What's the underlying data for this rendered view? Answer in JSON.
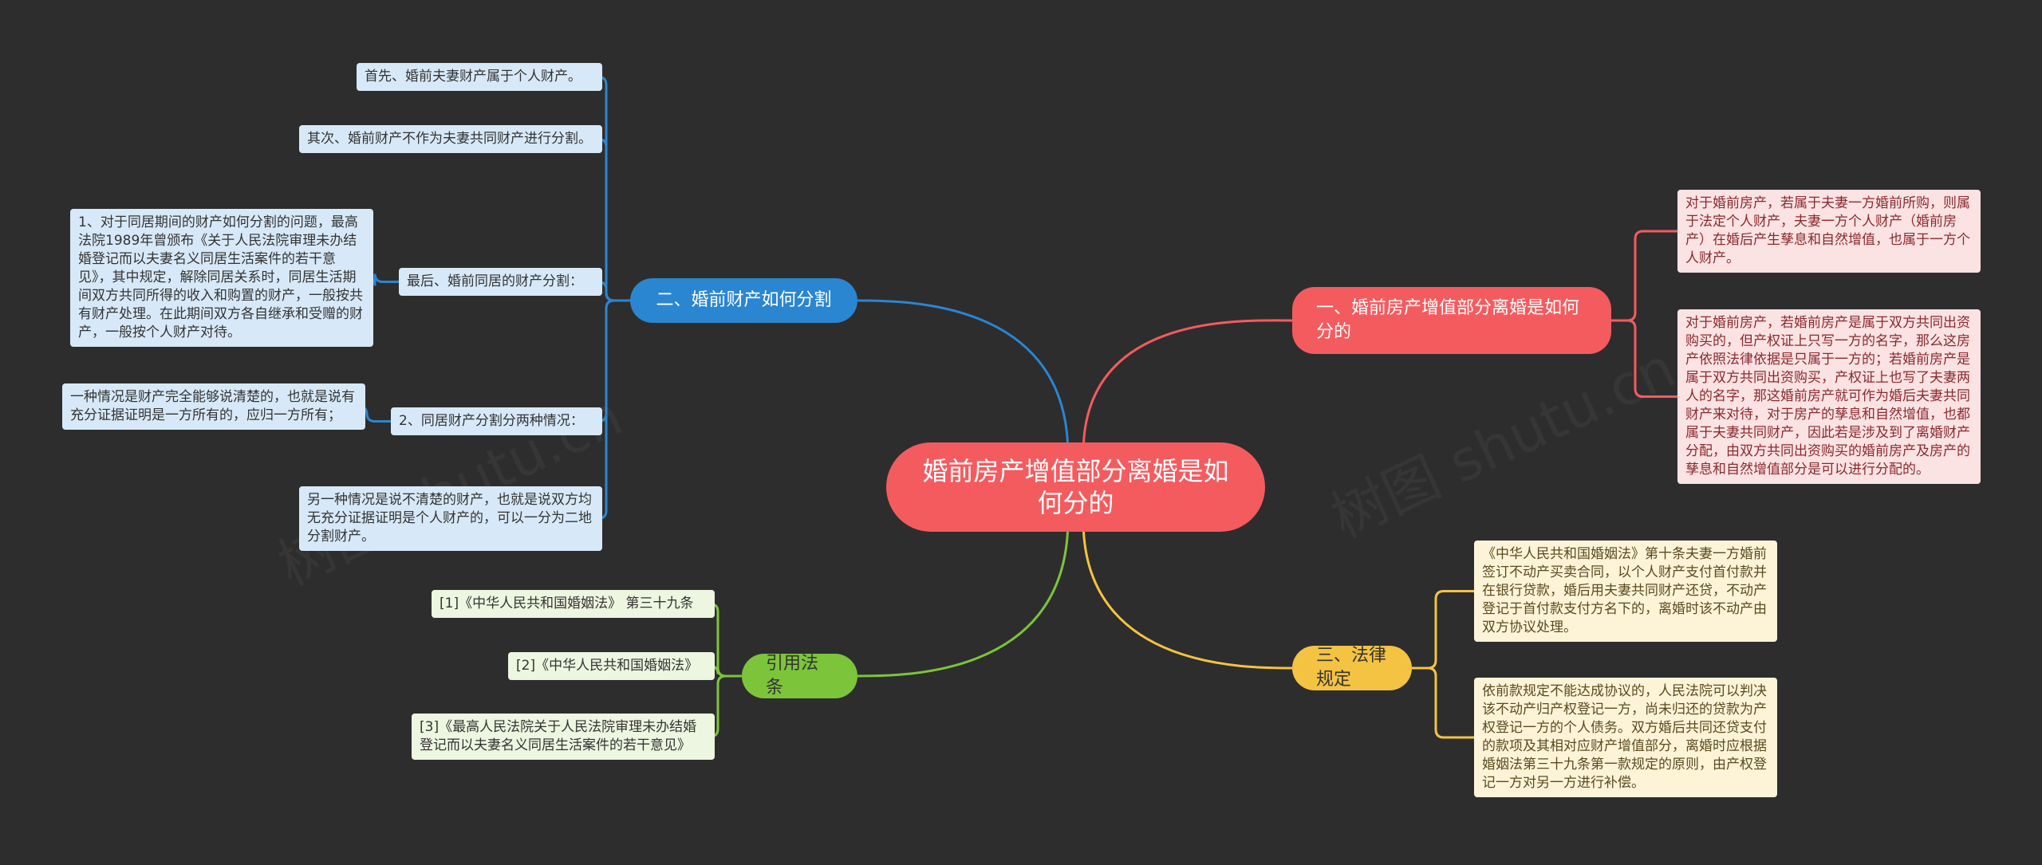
{
  "root": {
    "title": "婚前房产增值部分离婚是如何分的"
  },
  "branches": {
    "one": {
      "label": "一、婚前房产增值部分离婚是如何分的",
      "color": "#f45b5f",
      "items": [
        "对于婚前房产，若属于夫妻一方婚前所购，则属于法定个人财产，夫妻一方个人财产（婚前房产）在婚后产生孳息和自然增值，也属于一方个人财产。",
        "对于婚前房产，若婚前房产是属于双方共同出资购买的，但产权证上只写一方的名字，那么这房产依照法律依据是只属于一方的；若婚前房产是属于双方共同出资购买，产权证上也写了夫妻两人的名字，那这婚前房产就可作为婚后夫妻共同财产来对待，对于房产的孳息和自然增值，也都属于夫妻共同财产，因此若是涉及到了离婚财产分配，由双方共同出资购买的婚前房产及房产的孳息和自然增值部分是可以进行分配的。"
      ]
    },
    "two": {
      "label": "二、婚前财产如何分割",
      "color": "#2a86d1",
      "items": [
        "首先、婚前夫妻财产属于个人财产。",
        "其次、婚前财产不作为夫妻共同财产进行分割。",
        "最后、婚前同居的财产分割：",
        "2、同居财产分割分两种情况："
      ],
      "sub_cohabit": "1、对于同居期间的财产如何分割的问题，最高法院1989年曾颁布《关于人民法院审理未办结婚登记而以夫妻名义同居生活案件的若干意见》，其中规定，解除同居关系时，同居生活期间双方共同所得的收入和购置的财产，一般按共有财产处理。在此期间双方各自继承和受赠的财产，一般按个人财产对待。",
      "sub_cases": [
        "一种情况是财产完全能够说清楚的，也就是说有充分证据证明是一方所有的，应归一方所有；",
        "另一种情况是说不清楚的财产，也就是说双方均无充分证据证明是个人财产的，可以一分为二地分割财产。"
      ]
    },
    "three": {
      "label": "三、法律规定",
      "color": "#f5c342",
      "items": [
        "《中华人民共和国婚姻法》第十条夫妻一方婚前签订不动产买卖合同，以个人财产支付首付款并在银行贷款，婚后用夫妻共同财产还贷，不动产登记于首付款支付方名下的，离婚时该不动产由双方协议处理。",
        "依前款规定不能达成协议的，人民法院可以判决该不动产归产权登记一方，尚未归还的贷款为产权登记一方的个人债务。双方婚后共同还贷支付的款项及其相对应财产增值部分，离婚时应根据婚姻法第三十九条第一款规定的原则，由产权登记一方对另一方进行补偿。"
      ]
    },
    "law": {
      "label": "引用法条",
      "color": "#7cc53a",
      "items": [
        "[1]《中华人民共和国婚姻法》 第三十九条",
        "[2]《中华人民共和国婚姻法》",
        "[3]《最高人民法院关于人民法院审理未办结婚登记而以夫妻名义同居生活案件的若干意见》"
      ]
    }
  }
}
